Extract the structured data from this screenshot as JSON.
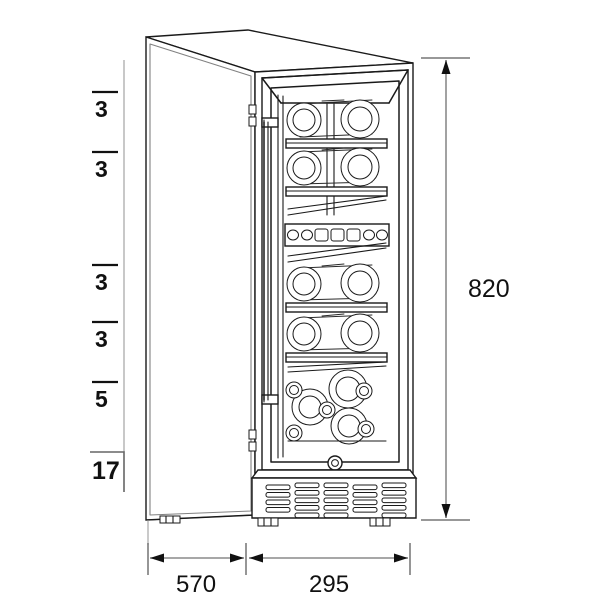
{
  "drawing": {
    "title": "wine-cooler-dimension-drawing",
    "subject": "built-in wine cooler cabinet, perspective technical drawing with dimensions",
    "units": "mm",
    "line_color": "#1a1a1a",
    "background_color": "#ffffff"
  },
  "dimensions": {
    "left_column": {
      "name": "shelf-bottle-capacity-column",
      "items": [
        {
          "value": "3",
          "tick": true,
          "bold": false
        },
        {
          "value": "3",
          "tick": true,
          "bold": false
        },
        {
          "value": "3",
          "tick": true,
          "bold": false
        },
        {
          "value": "3",
          "tick": true,
          "bold": false
        },
        {
          "value": "5",
          "tick": true,
          "bold": false
        },
        {
          "value": "17",
          "tick": true,
          "bold": true
        }
      ],
      "total_label": "17"
    },
    "right": {
      "name": "overall-height",
      "value": "820"
    },
    "bottom": [
      {
        "name": "depth-dimension",
        "value": "570"
      },
      {
        "name": "width-dimension",
        "value": "295"
      }
    ]
  },
  "appliance": {
    "type": "wine-cooler",
    "door": "glass-door",
    "handle": "vertical-bar-handle",
    "control_panel": {
      "name": "control-panel",
      "button_count": 7,
      "button_shapes": [
        "circle",
        "circle",
        "rounded-square",
        "rounded-square",
        "rounded-square",
        "circle",
        "circle"
      ]
    },
    "shelves": 5,
    "vent_grille": {
      "name": "base-vent-grille",
      "columns": 5,
      "rows": 5
    },
    "feet": 2,
    "lock": "door-lock"
  },
  "chart_data": {
    "type": "table",
    "title": "Wine cooler dimensions (mm) and per-shelf bottle capacity",
    "columns": [
      "label",
      "value"
    ],
    "rows": [
      [
        "shelf-1-bottles",
        "3"
      ],
      [
        "shelf-2-bottles",
        "3"
      ],
      [
        "shelf-3-bottles",
        "3"
      ],
      [
        "shelf-4-bottles",
        "3"
      ],
      [
        "shelf-5-bottles",
        "5"
      ],
      [
        "total-bottles",
        "17"
      ],
      [
        "height",
        "820"
      ],
      [
        "depth",
        "570"
      ],
      [
        "width",
        "295"
      ]
    ]
  }
}
